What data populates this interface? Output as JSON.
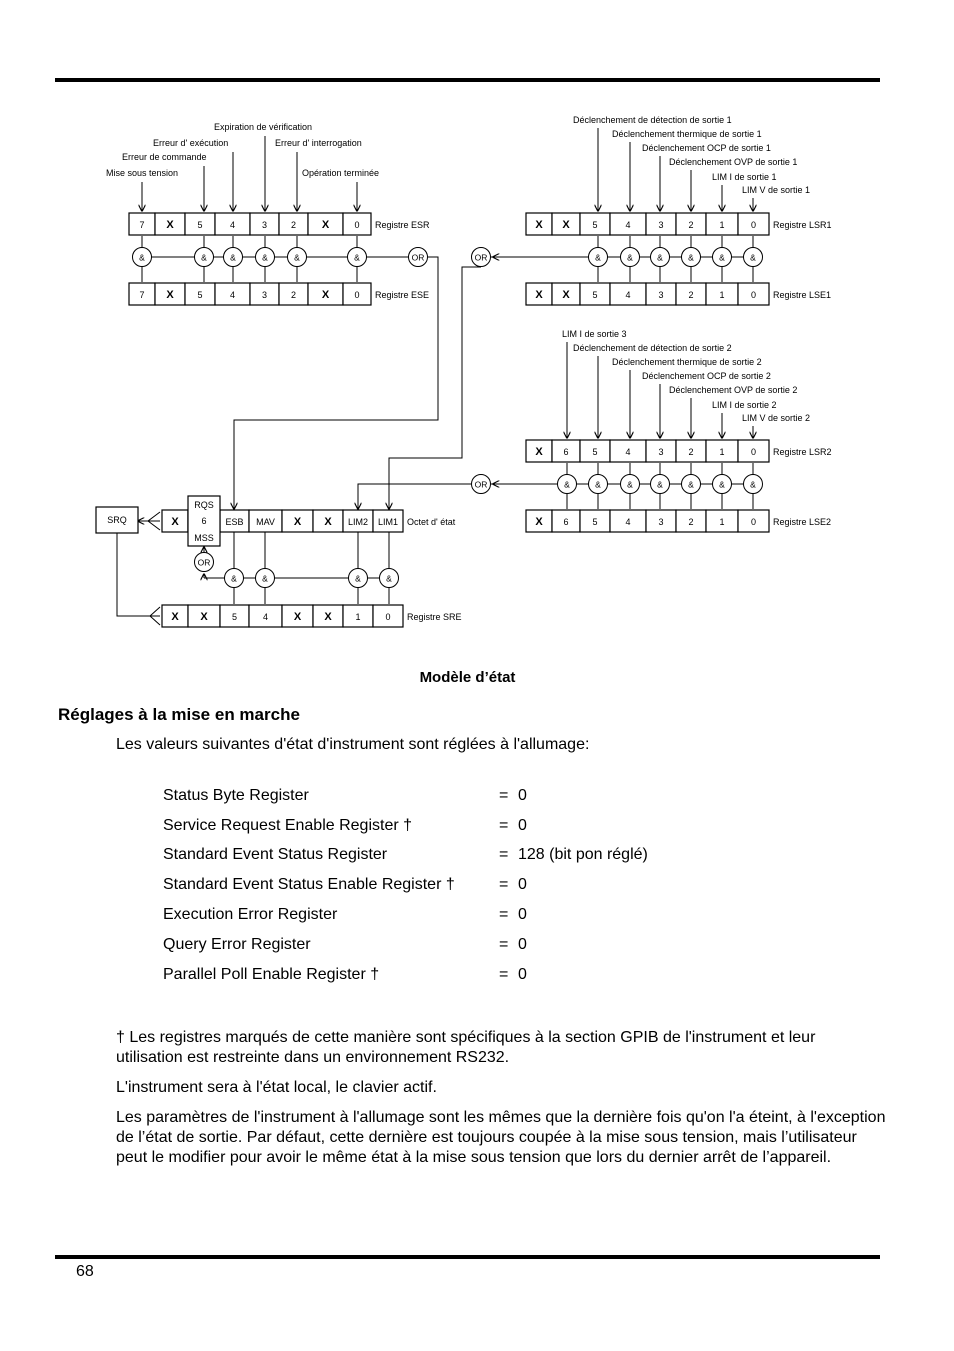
{
  "diagram": {
    "esr": {
      "label": "Registre ESR",
      "bits": [
        "7",
        "X",
        "5",
        "4",
        "3",
        "2",
        "X",
        "0"
      ],
      "inputs": [
        "Mise sous tension",
        "Erreur de commande",
        "Erreur d' exécution",
        "Expiration de vérification",
        "Erreur d' interrogation",
        "Opération terminée"
      ]
    },
    "ese": {
      "label": "Registre ESE",
      "bits": [
        "7",
        "X",
        "5",
        "4",
        "3",
        "2",
        "X",
        "0"
      ]
    },
    "lsr1": {
      "label": "Registre LSR1",
      "bits": [
        "X",
        "X",
        "5",
        "4",
        "3",
        "2",
        "1",
        "0"
      ],
      "inputs": [
        "Déclenchement de détection de sortie 1",
        "Déclenchement thermique de sortie 1",
        "Déclenchement OCP de sortie 1",
        "Déclenchement OVP de sortie 1",
        "LIM I de sortie 1",
        "LIM V de sortie 1"
      ]
    },
    "lse1": {
      "label": "Registre LSE1",
      "bits": [
        "X",
        "X",
        "5",
        "4",
        "3",
        "2",
        "1",
        "0"
      ]
    },
    "lsr2": {
      "label": "Registre LSR2",
      "bits": [
        "X",
        "6",
        "5",
        "4",
        "3",
        "2",
        "1",
        "0"
      ],
      "inputs": [
        "LIM I de sortie 3",
        "Déclenchement de détection de sortie 2",
        "Déclenchement thermique de sortie 2",
        "Déclenchement OCP de sortie 2",
        "Déclenchement OVP de sortie 2",
        "LIM I de sortie 2",
        "LIM V de sortie 2"
      ]
    },
    "lse2": {
      "label": "Registre LSE2",
      "bits": [
        "X",
        "6",
        "5",
        "4",
        "3",
        "2",
        "1",
        "0"
      ]
    },
    "status_byte": {
      "label": "Octet d' état",
      "bits": [
        "X",
        "6",
        "ESB",
        "MAV",
        "X",
        "X",
        "LIM2",
        "LIM1"
      ],
      "rqs": "RQS",
      "mss": "MSS"
    },
    "sre": {
      "label": "Registre SRE",
      "bits": [
        "X",
        "X",
        "5",
        "4",
        "X",
        "X",
        "1",
        "0"
      ]
    },
    "srq": "SRQ",
    "or_label": "OR",
    "and_label": "&"
  },
  "caption": "Modèle d’état",
  "section": {
    "heading": "Réglages à la mise en marche",
    "intro": "Les valeurs suivantes d'état d'instrument sont réglées à l'allumage:",
    "equals": "=",
    "registers": [
      {
        "name": "Status Byte Register",
        "value": "0"
      },
      {
        "name": "Service Request Enable Register †",
        "value": "0"
      },
      {
        "name": "Standard Event Status Register",
        "value": "128 (bit pon réglé)"
      },
      {
        "name": "Standard Event Status Enable Register †",
        "value": "0"
      },
      {
        "name": "Execution Error Register",
        "value": "0"
      },
      {
        "name": "Query Error Register",
        "value": "0"
      },
      {
        "name": "Parallel Poll Enable Register †",
        "value": "0"
      }
    ],
    "footnote": "† Les registres marqués de cette manière sont spécifiques à la section GPIB de l'instrument et leur utilisation est restreinte dans un environnement RS232.",
    "local_note": "L'instrument sera à l'état local, le clavier actif.",
    "power_note": "Les paramètres de l'instrument à l'allumage sont les mêmes que la dernière fois qu'on l'a éteint, à l'exception de l’état de sortie. Par défaut, cette dernière est toujours coupée à la mise sous tension, mais l’utilisateur peut le modifier pour avoir le même état à la mise sous tension que lors du dernier arrêt de l’appareil."
  },
  "page_number": "68"
}
